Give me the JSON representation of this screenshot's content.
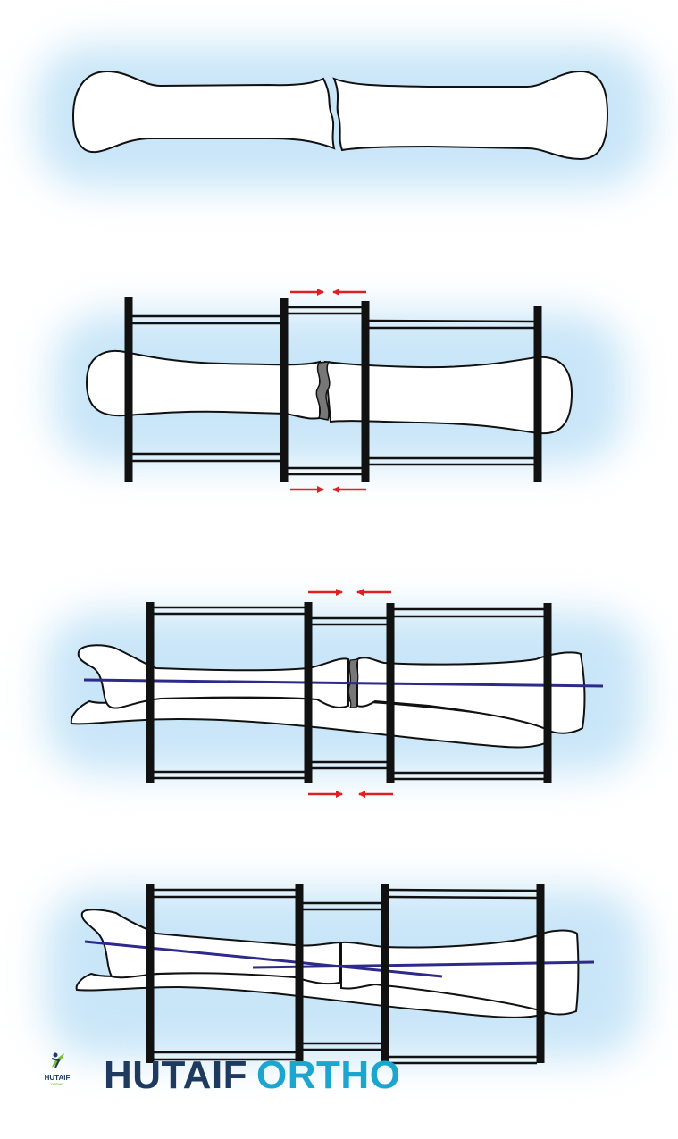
{
  "figure": {
    "description": "Four-stage illustration of long bone fracture treated with external fixator frames and compression",
    "panels": [
      {
        "id": 1,
        "label": "Fractured single bone, no fixator"
      },
      {
        "id": 2,
        "label": "Single bone in external fixator with compression arrows; fracture gap compressed"
      },
      {
        "id": 3,
        "label": "Forearm/leg (two bones) in fixator with compression arrows; aligned axis line"
      },
      {
        "id": 4,
        "label": "Two bones in fixator with angular malalignment axis lines"
      }
    ],
    "colors": {
      "glow": "#c9e6f8",
      "outline": "#111111",
      "arrow": "#e02020",
      "axis_line": "#2e2a8a",
      "brand_dark": "#1f3a5f",
      "brand_light": "#1aa6cf",
      "logo_green": "#7cbf3b"
    }
  },
  "brand": {
    "word1": "HUTAIF",
    "word2": "ORTHO",
    "logo_text": "HUTAIF",
    "logo_subtext": "ORTHO"
  }
}
